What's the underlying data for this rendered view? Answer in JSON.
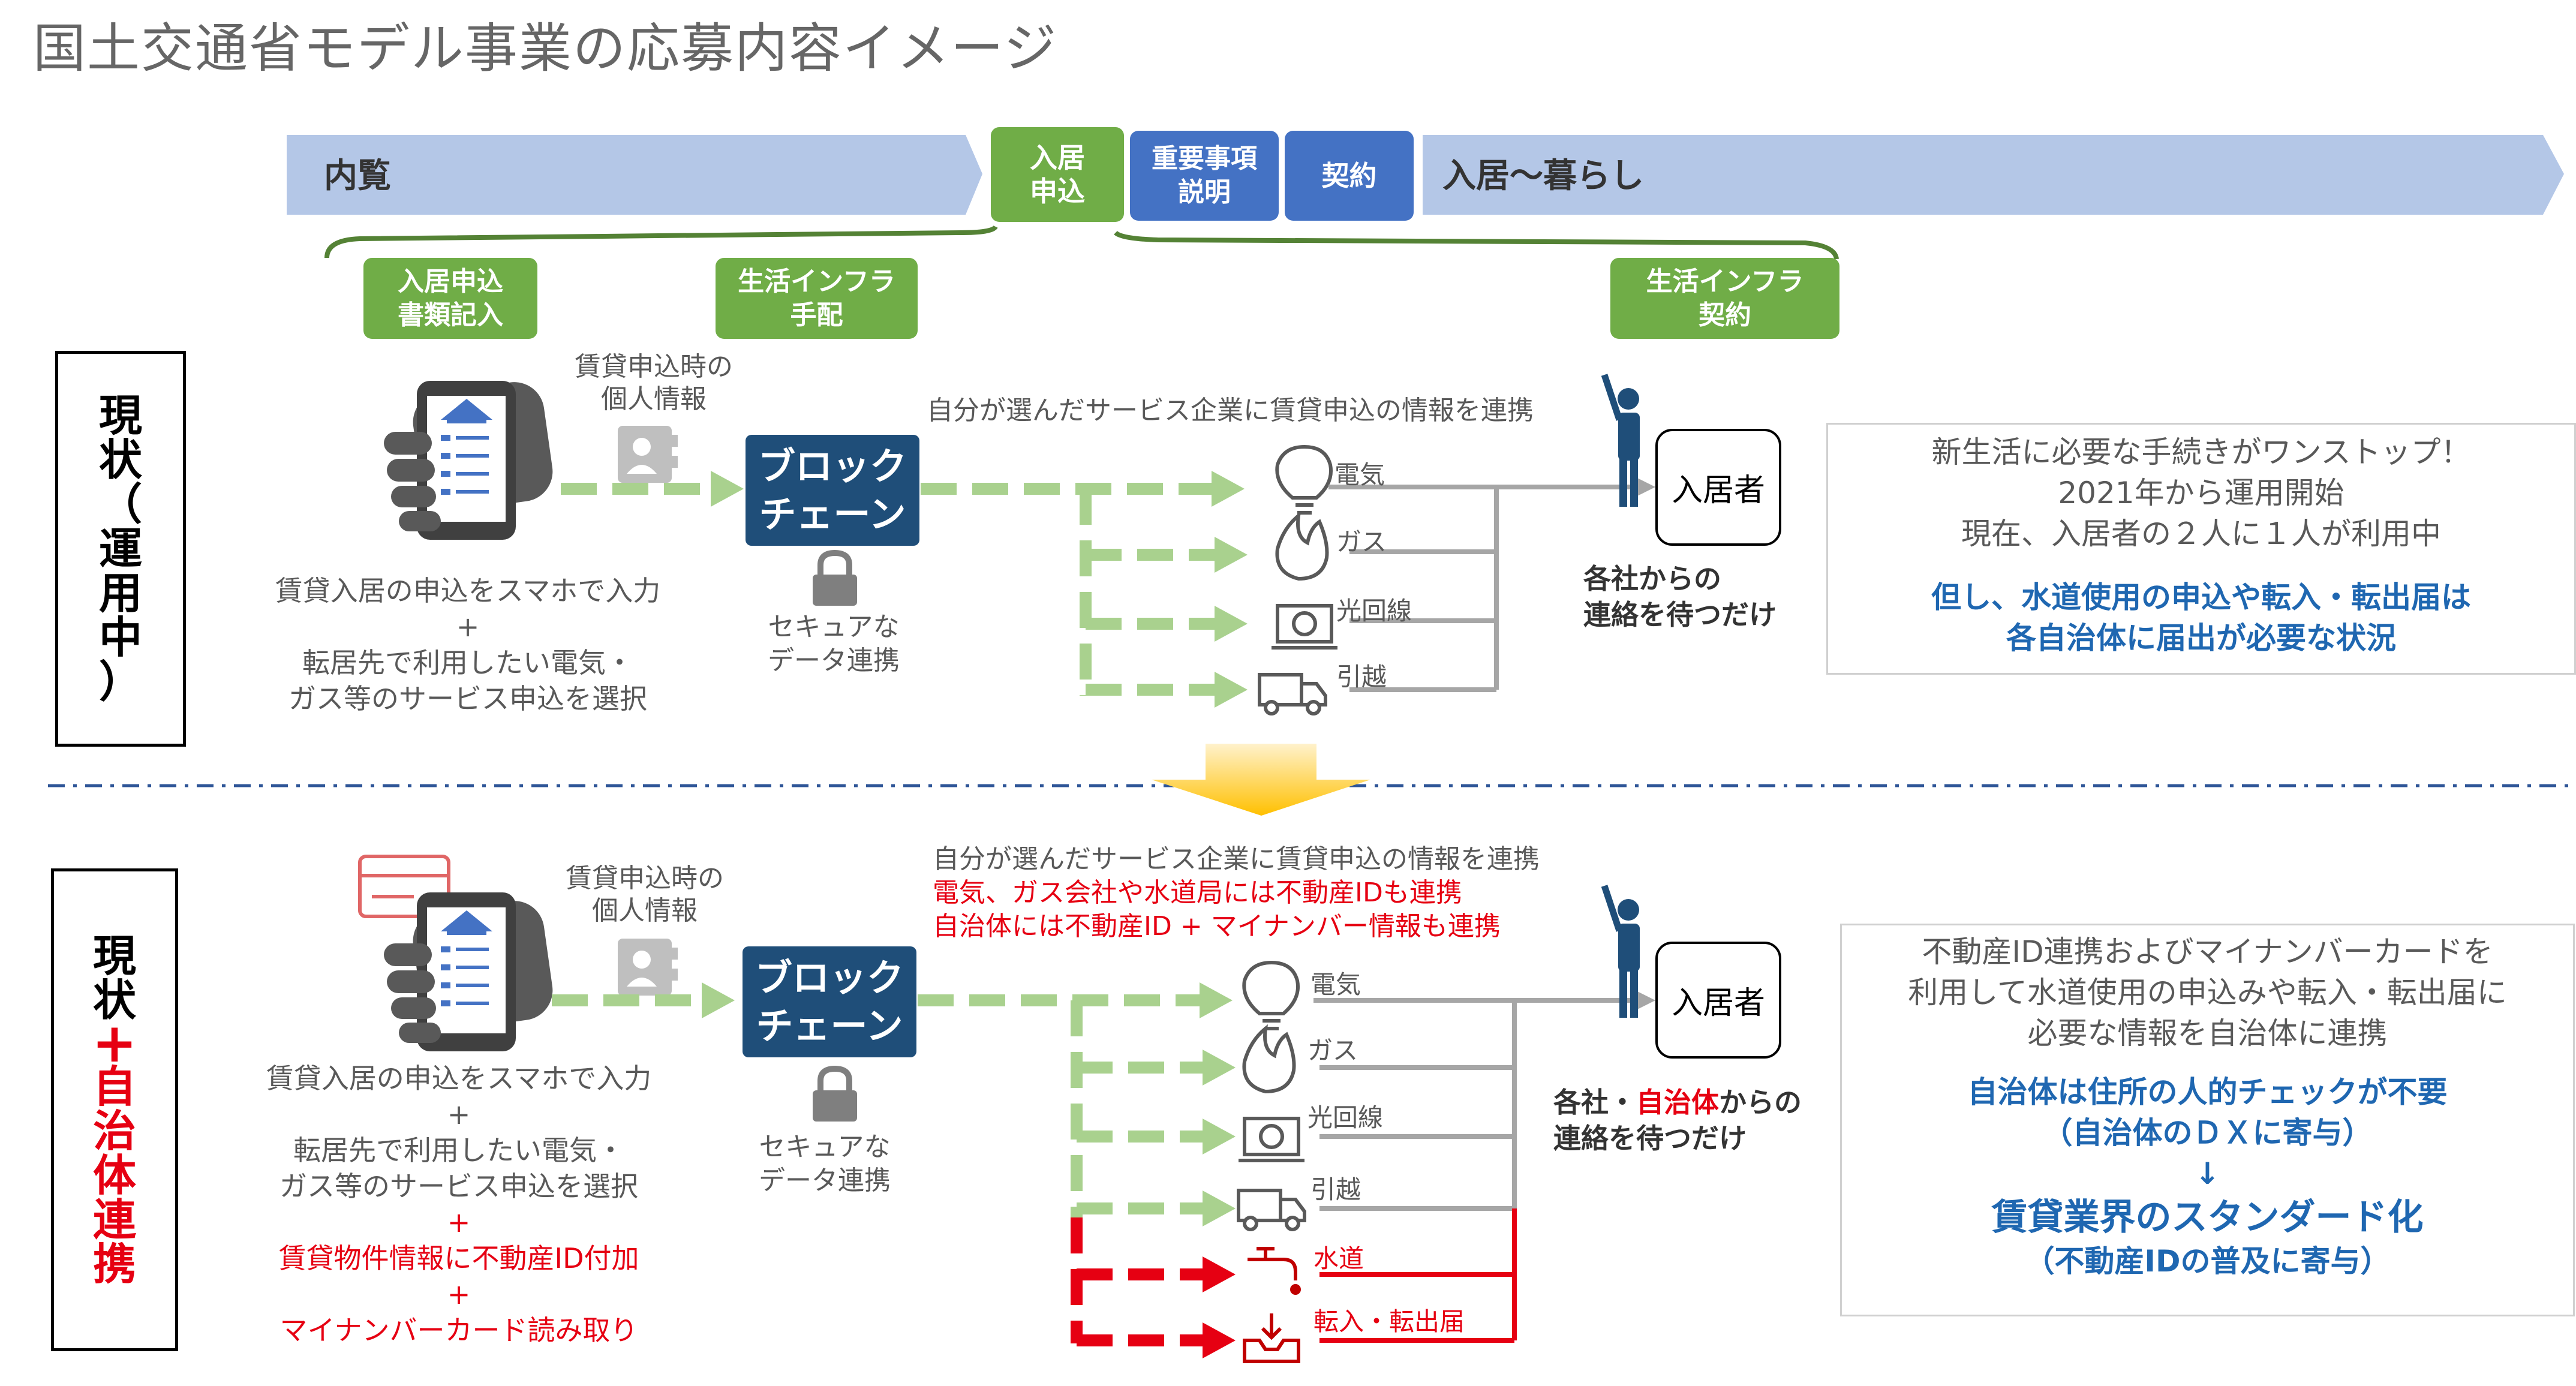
{
  "title": "国土交通省モデル事業の応募内容イメージ",
  "flow": {
    "viewing": "内覧",
    "apply": [
      "入居",
      "申込"
    ],
    "explain": [
      "重要事項",
      "説明"
    ],
    "contract": "契約",
    "living": "入居〜暮らし"
  },
  "steps": {
    "form": [
      "入居申込",
      "書類記入"
    ],
    "infra_arrange": [
      "生活インフラ",
      "手配"
    ],
    "infra_contract": [
      "生活インフラ",
      "契約"
    ]
  },
  "current": {
    "side_label": [
      "現",
      "状",
      "（",
      "運",
      "用",
      "中",
      "）"
    ],
    "personal_info": [
      "賃貸申込時の",
      "個人情報"
    ],
    "service_note": "自分が選んだサービス企業に賃貸申込の情報を連携",
    "blockchain": [
      "ブロック",
      "チェーン"
    ],
    "secure": [
      "セキュアな",
      "データ連携"
    ],
    "services": [
      "電気",
      "ガス",
      "光回線",
      "引越"
    ],
    "resident": "入居者",
    "wait": [
      "各社からの",
      "連絡を待つだけ"
    ],
    "phone_desc": [
      "賃貸入居の申込をスマホで入力",
      "+",
      "転居先で利用したい電気・",
      "ガス等のサービス申込を選択"
    ],
    "info_lines": [
      "新生活に必要な手続きがワンストップ！",
      "2021年から運用開始",
      "現在、入居者の２人に１人が利用中"
    ],
    "info_highlight": [
      "但し、水道使用の申込や転入・転出届は",
      "各自治体に届出が必要な状況"
    ]
  },
  "proposal": {
    "side_label_top": [
      "現",
      "状"
    ],
    "side_plus": "+",
    "side_label_red": [
      "自",
      "治",
      "体",
      "連",
      "携"
    ],
    "personal_info": [
      "賃貸申込時の",
      "個人情報"
    ],
    "service_note": "自分が選んだサービス企業に賃貸申込の情報を連携",
    "red_notes": [
      "電気、ガス会社や水道局には不動産IDも連携",
      "自治体には不動産ID + マイナンバー情報も連携"
    ],
    "blockchain": [
      "ブロック",
      "チェーン"
    ],
    "secure": [
      "セキュアな",
      "データ連携"
    ],
    "services": [
      "電気",
      "ガス",
      "光回線",
      "引越"
    ],
    "red_services": [
      "水道",
      "転入・転出届"
    ],
    "resident": "入居者",
    "wait_prefix": "各社・",
    "wait_red": "自治体",
    "wait_suffix": "からの",
    "wait_line2": "連絡を待つだけ",
    "phone_desc": [
      "賃貸入居の申込をスマホで入力",
      "+",
      "転居先で利用したい電気・",
      "ガス等のサービス申込を選択"
    ],
    "phone_red": [
      "+",
      "賃貸物件情報に不動産ID付加",
      "+",
      "マイナンバーカード読み取り"
    ],
    "info_lines": [
      "不動産ID連携およびマイナンバーカードを",
      "利用して水道使用の申込みや転入・転出届に",
      "必要な情報を自治体に連携"
    ],
    "info_blue": [
      "自治体は住所の人的チェックが不要",
      "（自治体のＤＸに寄与）",
      "↓"
    ],
    "info_big": "賃貸業界のスタンダード化",
    "info_small": "（不動産IDの普及に寄与）"
  },
  "colors": {
    "green": "#70ad47",
    "light_green": "#a9d18e",
    "blue_box": "#4472c4",
    "navy": "#1f4e79",
    "flow_bar": "#b4c7e7",
    "red": "#e60012",
    "highlight_blue": "#1f67b1",
    "arrow_yellow": "#ffd966"
  }
}
